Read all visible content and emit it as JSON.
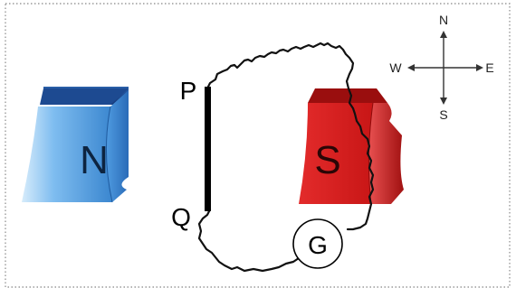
{
  "diagram": {
    "magnet_left": {
      "pole": "N",
      "color": "#3b8fd6"
    },
    "magnet_right": {
      "pole": "S",
      "color": "#d92a2a"
    },
    "conductor": {
      "top_label": "P",
      "bottom_label": "Q"
    },
    "galvanometer": {
      "label": "G"
    },
    "compass": {
      "north": "N",
      "south": "S",
      "east": "E",
      "west": "W"
    }
  }
}
